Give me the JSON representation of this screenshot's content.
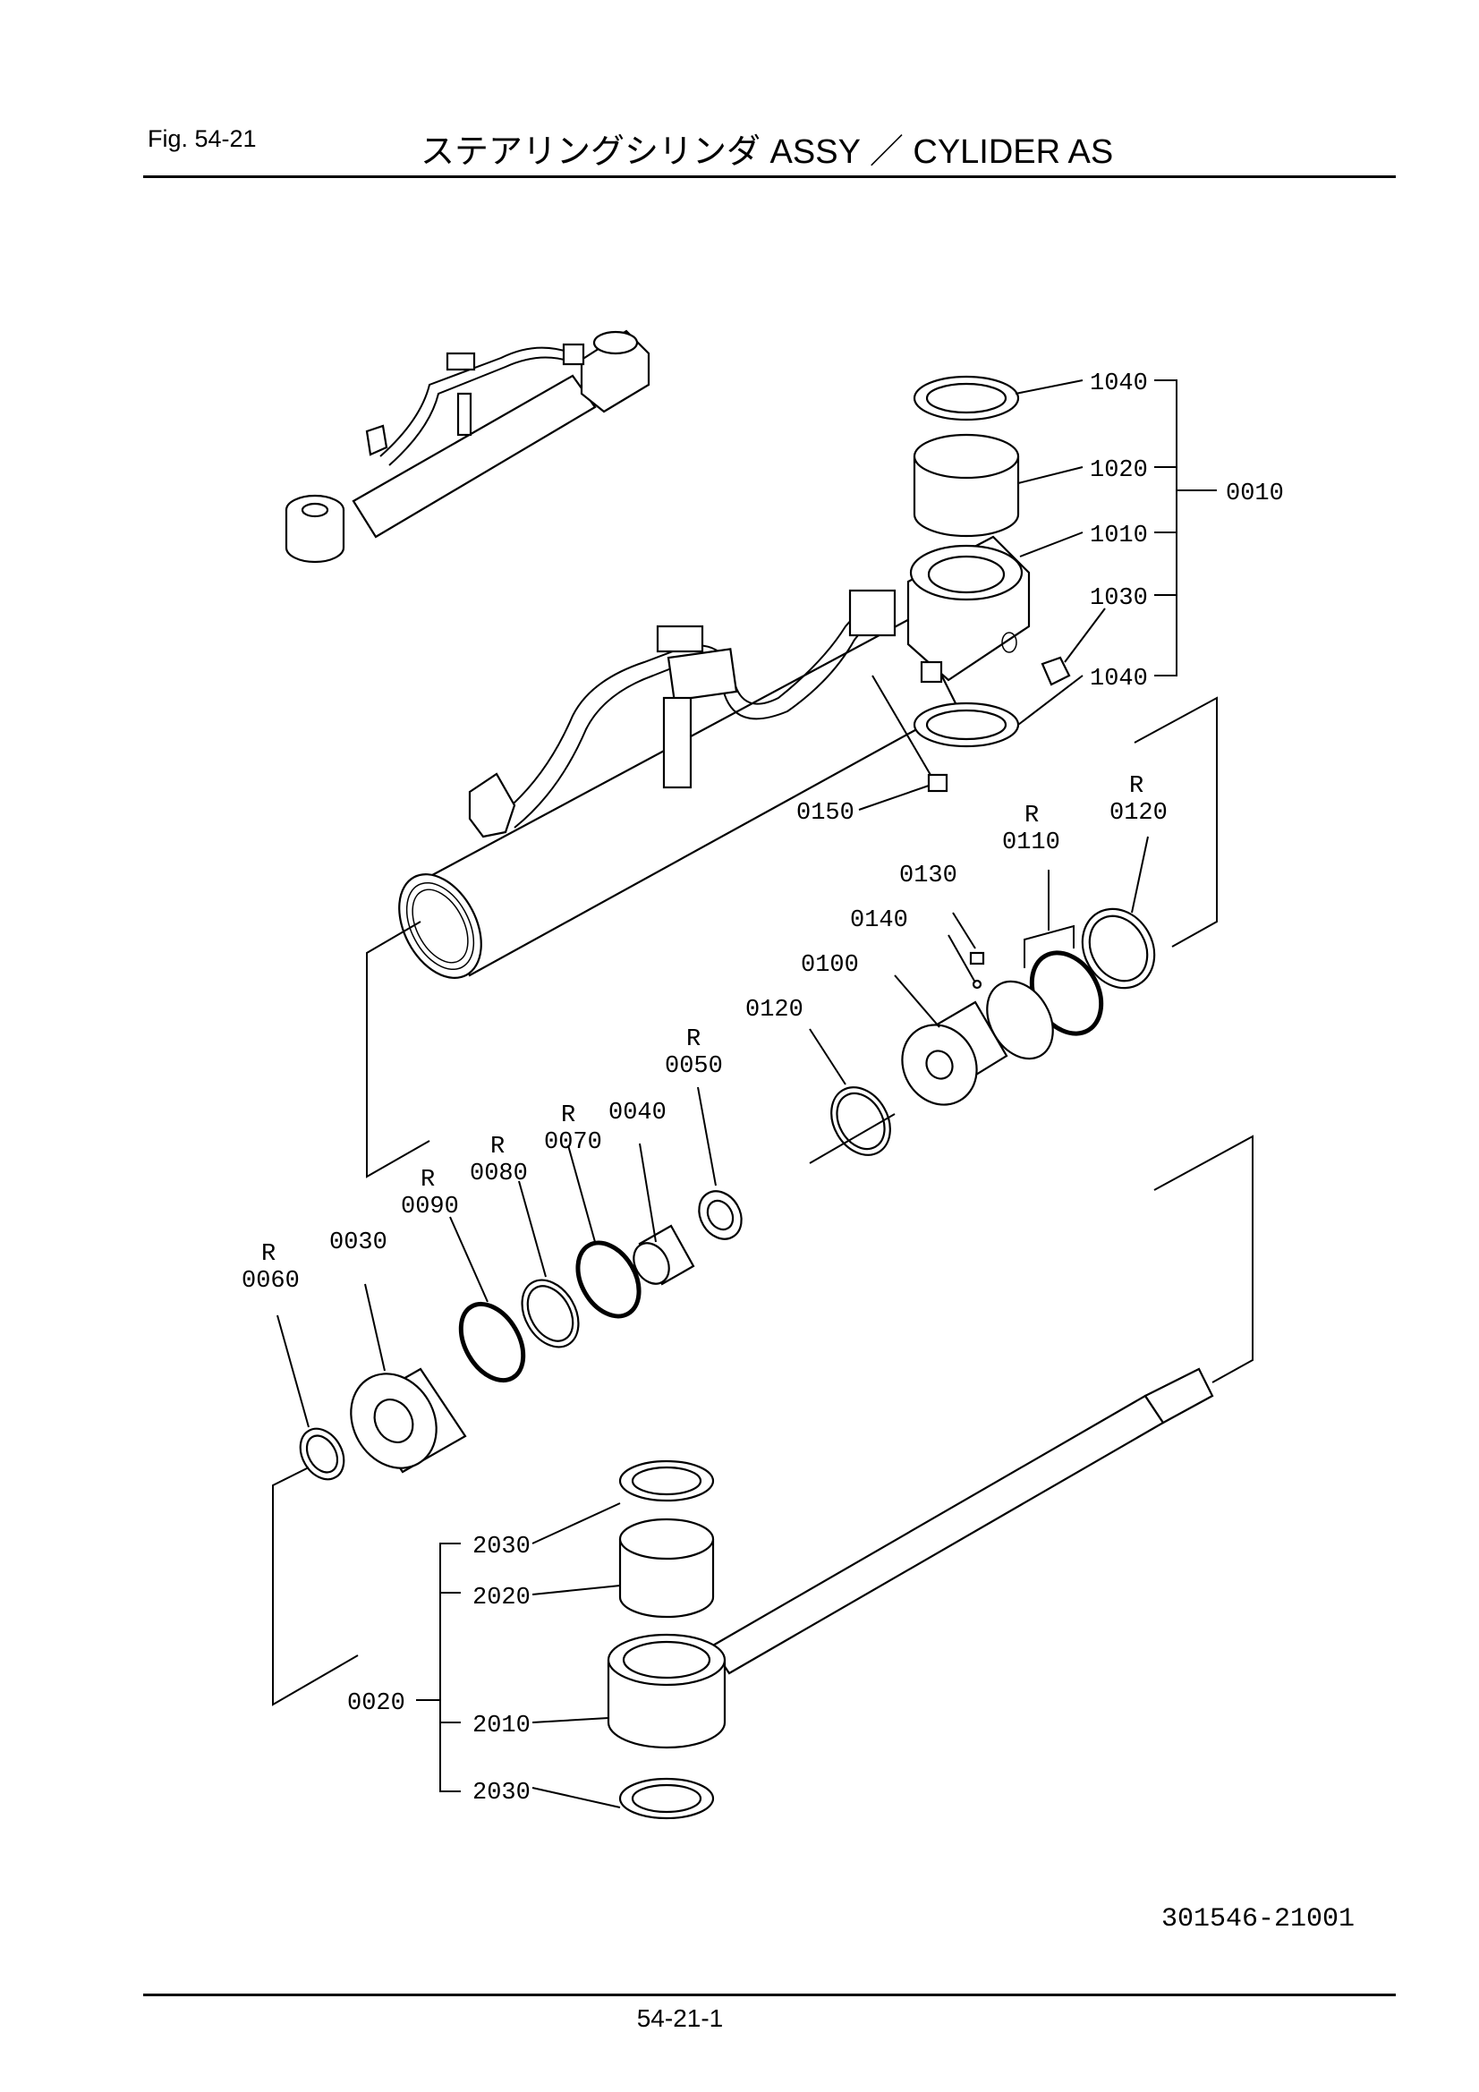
{
  "header": {
    "fig_label": "Fig.  54-21",
    "title": "ステアリングシリンダ ASSY ／ CYLIDER  AS"
  },
  "footer": {
    "drawing_number": "301546-21001",
    "page_number": "54-21-1"
  },
  "callouts": {
    "c1040a": "1040",
    "c1020": "1020",
    "c0010": "0010",
    "c1010": "1010",
    "c1030": "1030",
    "c1040b": "1040",
    "c0150": "0150",
    "c0120a_r": "R",
    "c0120a": "0120",
    "c0110_r": "R",
    "c0110": "0110",
    "c0130": "0130",
    "c0140": "0140",
    "c0100": "0100",
    "c0120b": "0120",
    "c0050_r": "R",
    "c0050": "0050",
    "c0040": "0040",
    "c0070_r": "R",
    "c0070": "0070",
    "c0080_r": "R",
    "c0080": "0080",
    "c0090_r": "R",
    "c0090": "0090",
    "c0030": "0030",
    "c0060_r": "R",
    "c0060": "0060",
    "c2030a": "2030",
    "c2020": "2020",
    "c0020": "0020",
    "c2010": "2010",
    "c2030b": "2030"
  }
}
